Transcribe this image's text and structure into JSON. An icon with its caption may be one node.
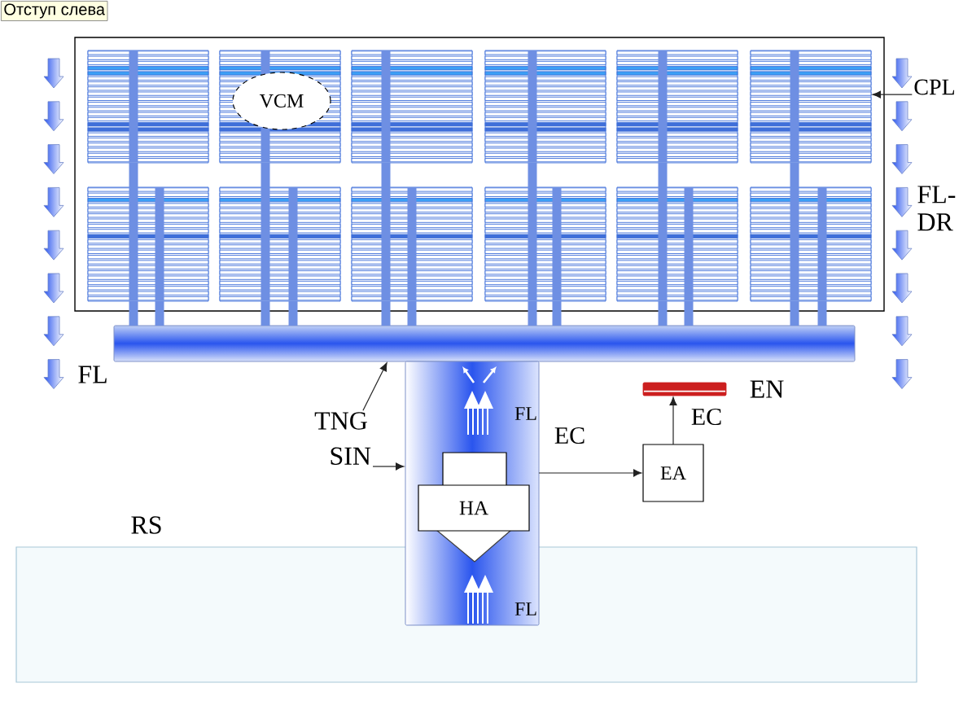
{
  "diagram": {
    "nodes": [
      {
        "text": [],
        "shape": "box"
      },
      {
        "text": [],
        "shape": "box",
        "in": 0
      },
      {
        "text": [],
        "shape": "box",
        "in": 0
      },
      {
        "text": [
          "VCM"
        ],
        "in": 2
      },
      {
        "text": [],
        "shape": "box",
        "in": 0
      },
      {
        "text": [],
        "shape": "box",
        "in": 0
      },
      {
        "text": [],
        "shape": "box",
        "in": 0
      },
      {
        "text": [],
        "shape": "box",
        "in": 0
      },
      {
        "text": [
          "CPL"
        ]
      },
      {
        "text": [],
        "shape": "box",
        "in": 0
      },
      {
        "text": [],
        "shape": "box",
        "in": 0
      },
      {
        "text": [],
        "shape": "box",
        "in": 0
      },
      {
        "text": [],
        "shape": "box",
        "in": 0
      },
      {
        "text": [],
        "shape": "box",
        "in": 0
      },
      {
        "text": [],
        "shape": "box",
        "in": 0
      },
      {
        "text": [],
        "shape": "bar"
      },
      {
        "text": [],
        "shape": "bar"
      },
      {
        "text": [],
        "shape": "bar",
        "beside": [
          "EN"
        ]
      },
      {
        "text": [
          "TNG"
        ]
      },
      {
        "text": [
          "SIN"
        ]
      },
      {
        "text": [
          "HA"
        ],
        "in": 16
      },
      {
        "text": [
          "EA"
        ]
      },
      {
        "text": [
          "RS"
        ]
      }
    ],
    "edges": [
      {
        "from": 8,
        "to": 7,
        "arrow": "to",
        "color": "#222222"
      },
      {
        "from": 18,
        "to": 15,
        "arrow": "to",
        "color": "#222222"
      },
      {
        "from": 19,
        "to": 16,
        "arrow": "to",
        "color": "#222222"
      },
      {
        "from": 16,
        "to": 21,
        "arrow": "to",
        "label": "EC",
        "color": "#222222"
      },
      {
        "from": 21,
        "to": 17,
        "arrow": "to",
        "label": "EC",
        "color": "#222222"
      },
      {
        "from": 1,
        "to": 9,
        "arrow": "none"
      },
      {
        "from": 2,
        "to": 10,
        "arrow": "none"
      },
      {
        "from": 4,
        "to": 11,
        "arrow": "none"
      },
      {
        "from": 5,
        "to": 12,
        "arrow": "none"
      },
      {
        "from": 6,
        "to": 13,
        "arrow": "none"
      },
      {
        "from": 7,
        "to": 14,
        "arrow": "none"
      },
      {
        "from": 9,
        "to": 15,
        "arrow": "none"
      },
      {
        "from": 9,
        "to": 15,
        "arrow": "none"
      },
      {
        "from": 10,
        "to": 15,
        "arrow": "none"
      },
      {
        "from": 10,
        "to": 15,
        "arrow": "none"
      },
      {
        "from": 11,
        "to": 15,
        "arrow": "none"
      },
      {
        "from": 11,
        "to": 15,
        "arrow": "none"
      },
      {
        "from": 12,
        "to": 15,
        "arrow": "none"
      },
      {
        "from": 12,
        "to": 15,
        "arrow": "none"
      },
      {
        "from": 13,
        "to": 15,
        "arrow": "none"
      },
      {
        "from": 13,
        "to": 15,
        "arrow": "none"
      },
      {
        "from": 14,
        "to": 15,
        "arrow": "none"
      },
      {
        "from": 14,
        "to": 15,
        "arrow": "none"
      }
    ],
    "labels": [
      "Отступ слева",
      "FL- DR",
      "FL",
      "FL",
      "FL"
    ]
  }
}
